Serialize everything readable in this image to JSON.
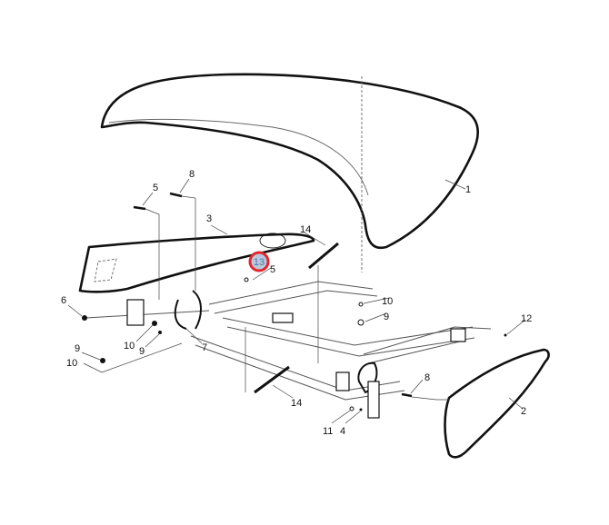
{
  "diagram": {
    "highlight_color": "#e0282e",
    "highlight_fill": "#b9c8dc",
    "callouts": [
      {
        "id": "c1",
        "label": "1"
      },
      {
        "id": "c2",
        "label": "2"
      },
      {
        "id": "c3",
        "label": "3"
      },
      {
        "id": "c4",
        "label": "4"
      },
      {
        "id": "c5a",
        "label": "5"
      },
      {
        "id": "c5b",
        "label": "5"
      },
      {
        "id": "c6",
        "label": "6"
      },
      {
        "id": "c7",
        "label": "7"
      },
      {
        "id": "c8a",
        "label": "8"
      },
      {
        "id": "c8b",
        "label": "8"
      },
      {
        "id": "c9a",
        "label": "9"
      },
      {
        "id": "c9b",
        "label": "9"
      },
      {
        "id": "c9c",
        "label": "9"
      },
      {
        "id": "c10a",
        "label": "10"
      },
      {
        "id": "c10b",
        "label": "10"
      },
      {
        "id": "c10c",
        "label": "10"
      },
      {
        "id": "c11",
        "label": "11"
      },
      {
        "id": "c12",
        "label": "12"
      },
      {
        "id": "c13",
        "label": "13"
      },
      {
        "id": "c14a",
        "label": "14"
      },
      {
        "id": "c14b",
        "label": "14"
      }
    ]
  }
}
